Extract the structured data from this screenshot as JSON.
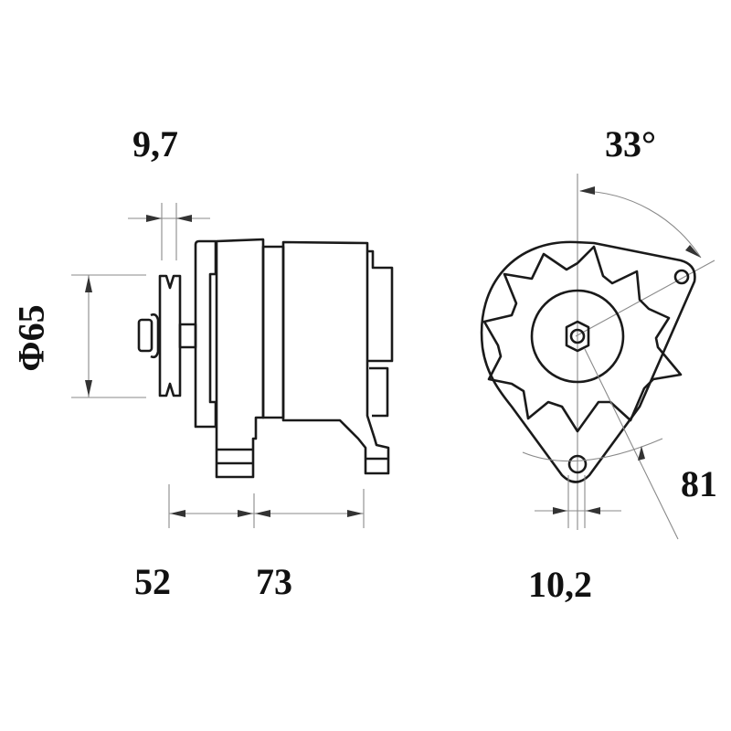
{
  "drawing": {
    "subject": "alternator dimension drawing",
    "views": [
      "side-view",
      "front-view"
    ]
  },
  "dimensions": {
    "pulley_width": "9,7",
    "pulley_diameter": "Φ65",
    "front_offset": "52",
    "body_length": "73",
    "mount_angle": "33°",
    "mount_radius": "81",
    "mount_hole_width": "10,2"
  },
  "colors": {
    "line": "#1a1a1a",
    "dimension_line": "#8a8a8a",
    "background": "#ffffff"
  }
}
